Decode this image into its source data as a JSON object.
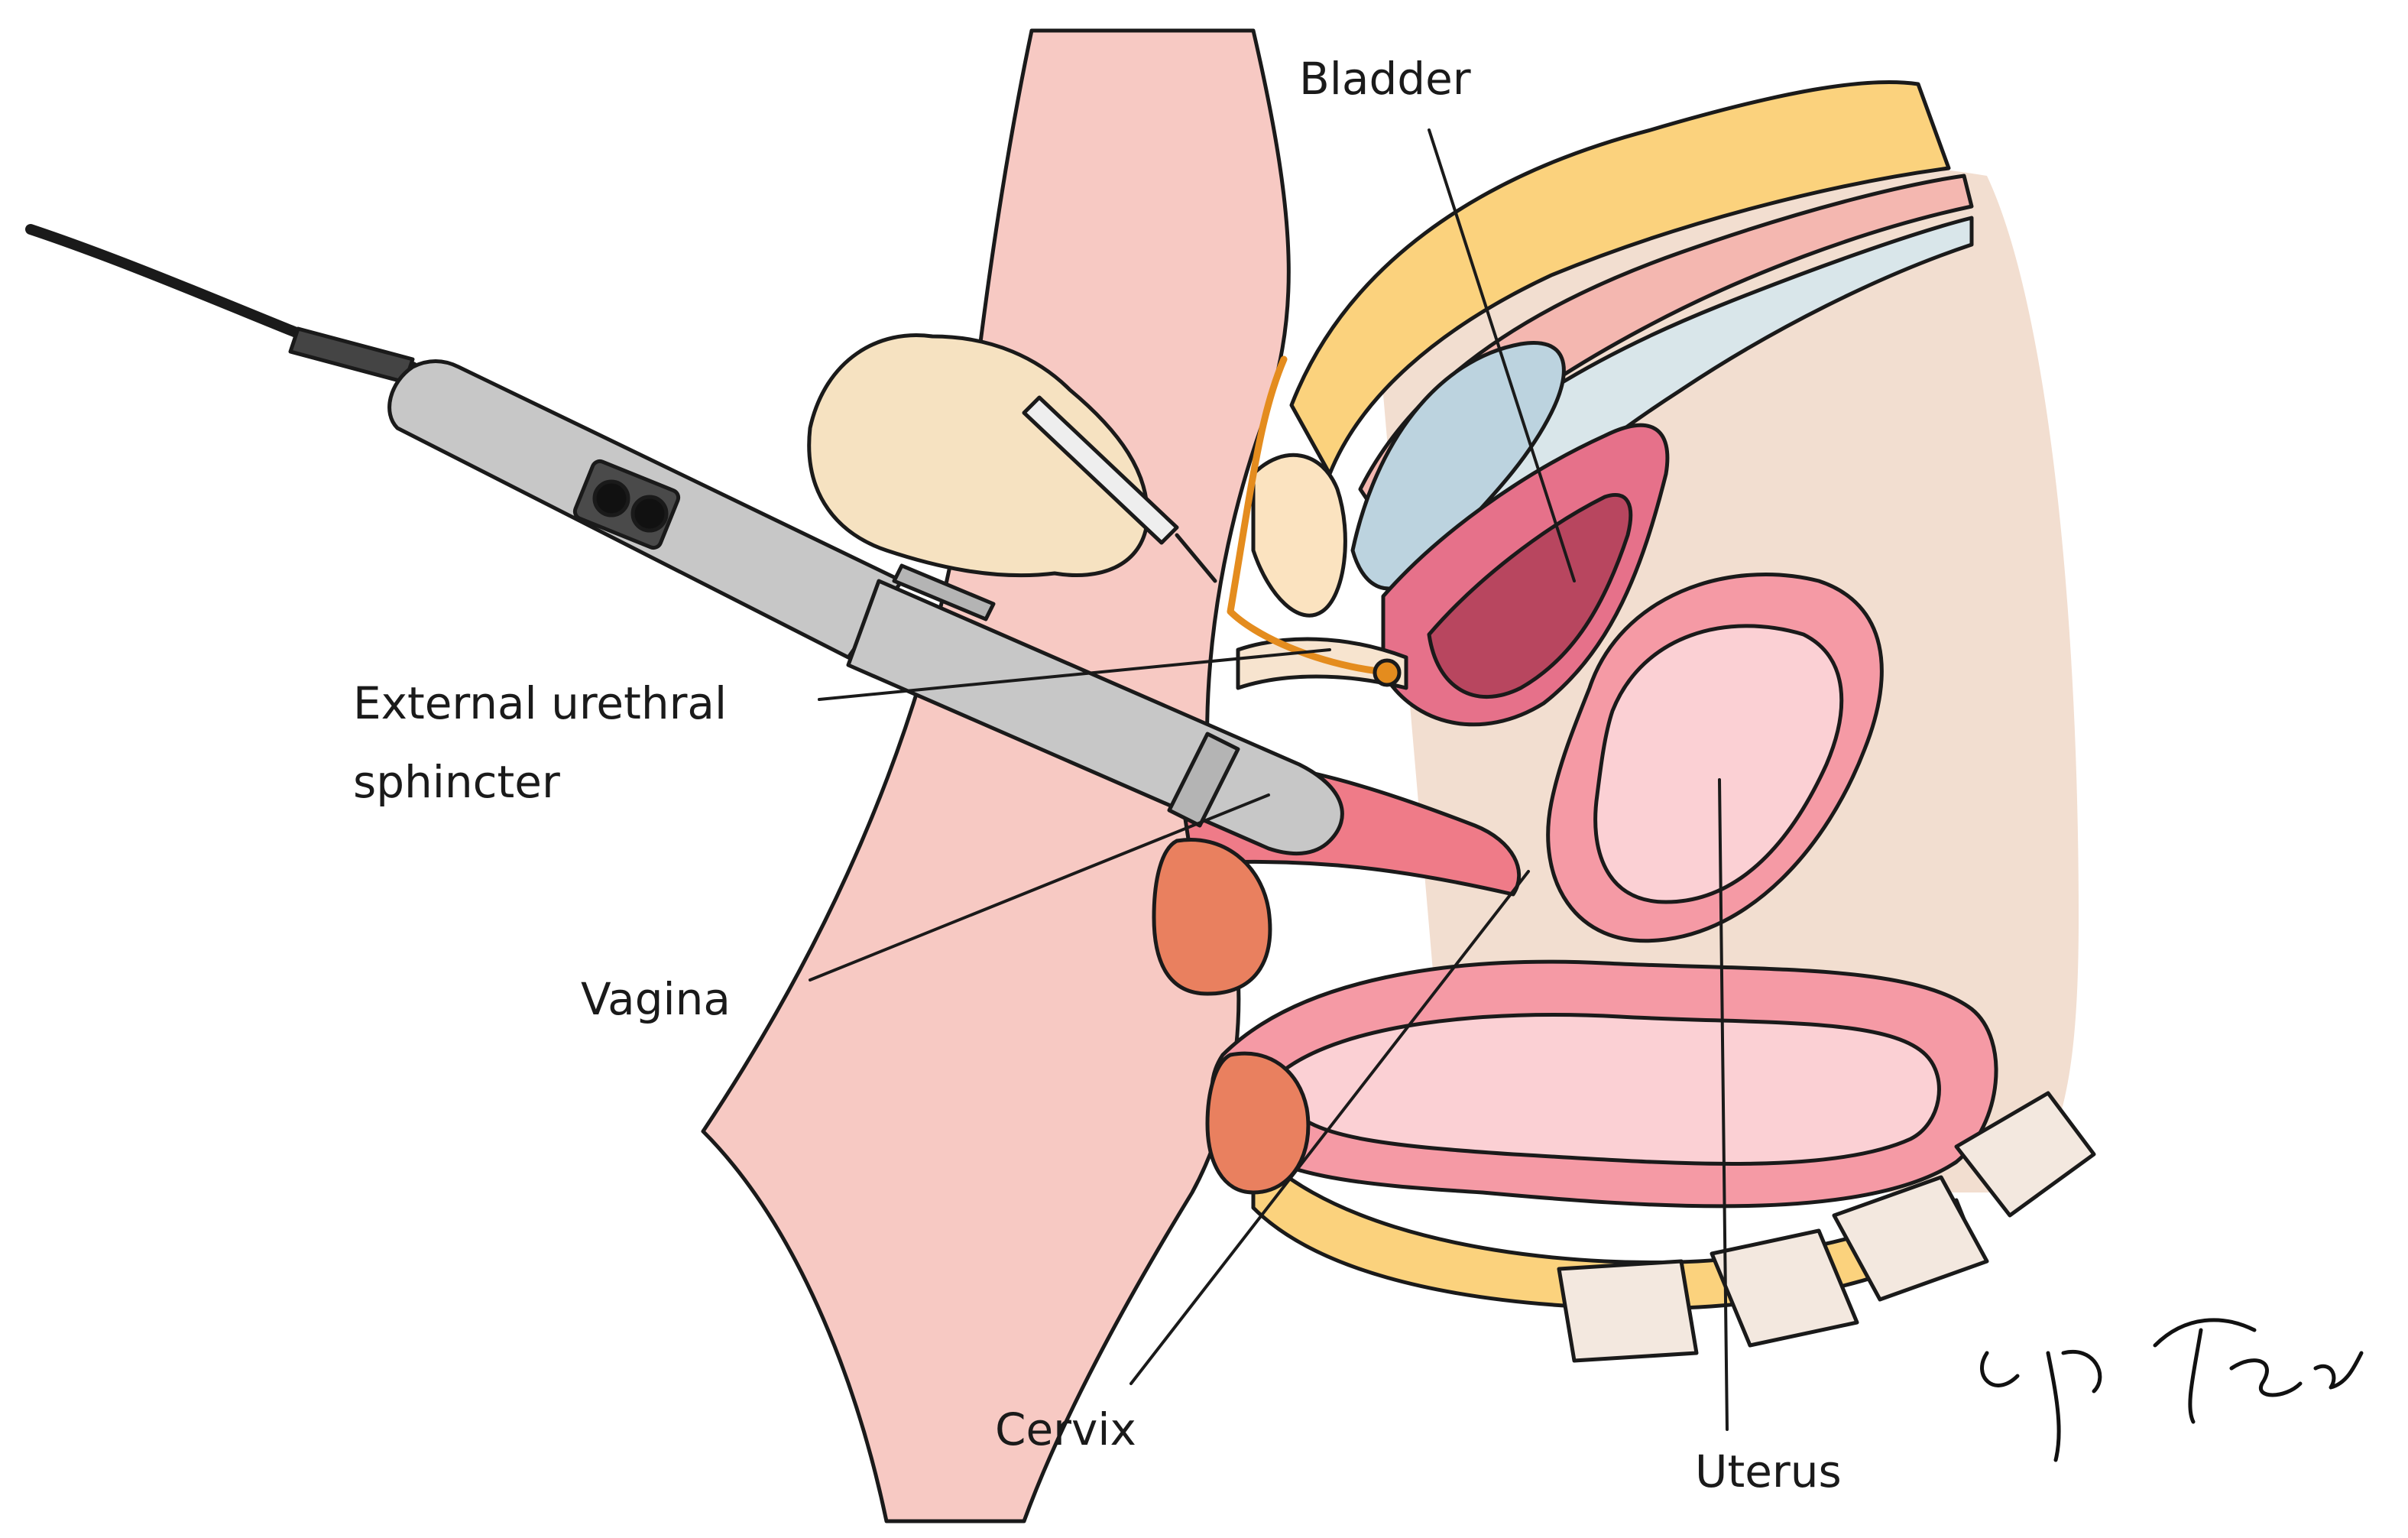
{
  "labels": {
    "bladder": "Bladder",
    "external_urethral_line1": "External urethral",
    "external_urethral_line2": "sphincter",
    "vagina": "Vagina",
    "cervix": "Cervix",
    "uterus": "Uterus"
  },
  "signature": "C. Y. Tsai",
  "colors": {
    "skin_pink": "#f7c9c3",
    "fat_yellow": "#fbd27d",
    "bladder_blue": "#bcd3df",
    "bladder_wall": "#e6718a",
    "bladder_lumen": "#b8465f",
    "uterus_pink": "#f59aa5",
    "uterus_light": "#fbd0d4",
    "probe_gray": "#c7c7c7",
    "hand_beige": "#f6e2c1",
    "catheter_orange": "#e48c1e",
    "background_tan": "#f2ded0"
  }
}
